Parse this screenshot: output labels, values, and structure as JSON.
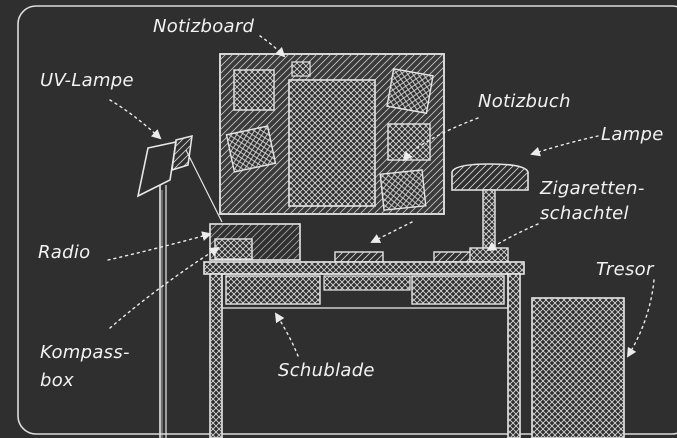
{
  "labels": {
    "notizboard": "Notizboard",
    "uv_lampe": "UV-Lampe",
    "notizbuch": "Notizbuch",
    "lampe": "Lampe",
    "zigaretten_line1": "Zigaretten-",
    "zigaretten_line2": "schachtel",
    "radio": "Radio",
    "tresor": "Tresor",
    "kompass_line1": "Kompass-",
    "kompass_line2": "box",
    "schublade": "Schublade"
  },
  "colors": {
    "background": "#2f2f2f",
    "stroke": "#e8e8e8",
    "hatch": "#cfcfcf"
  }
}
